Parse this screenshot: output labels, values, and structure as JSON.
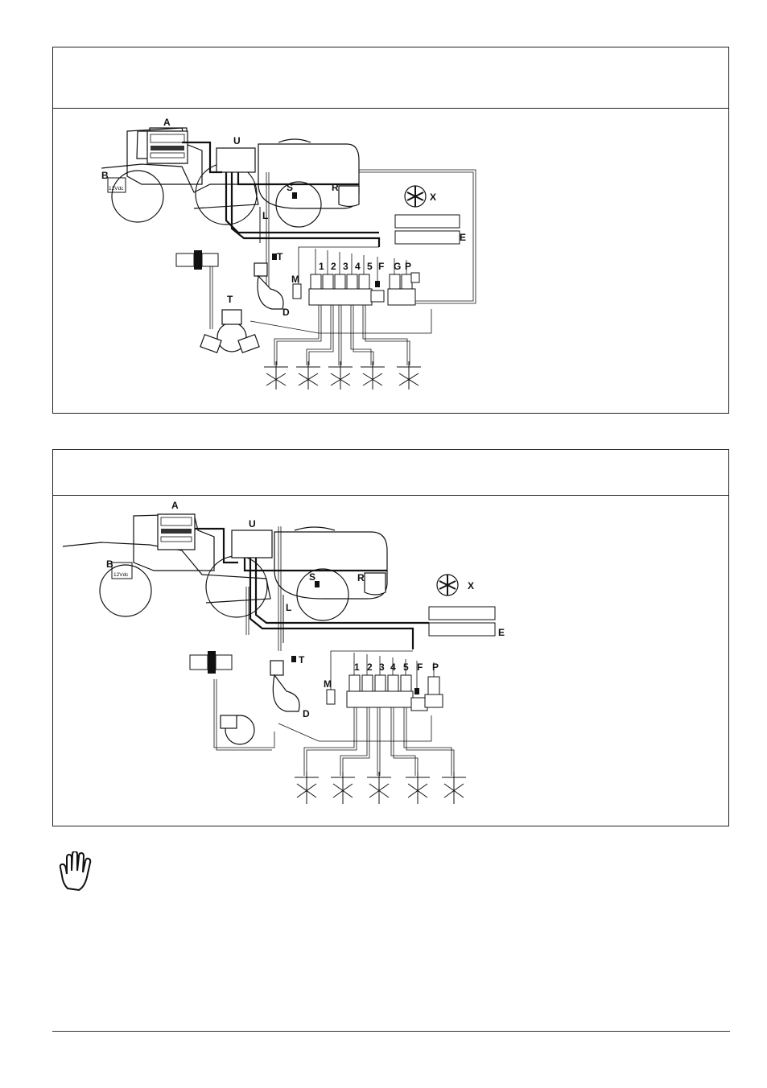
{
  "diagram1": {
    "labels": {
      "A": "A",
      "B": "B",
      "U": "U",
      "S": "S",
      "R": "R",
      "X": "X",
      "L": "L",
      "E": "E",
      "T1": "T",
      "T2": "T",
      "M": "M",
      "D": "D",
      "n1": "1",
      "n2": "2",
      "n3": "3",
      "n4": "4",
      "n5": "5",
      "F": "F",
      "G": "G",
      "P": "P"
    },
    "battery": "12Vdc"
  },
  "diagram2": {
    "labels": {
      "A": "A",
      "B": "B",
      "U": "U",
      "S": "S",
      "R": "R",
      "X": "X",
      "L": "L",
      "E": "E",
      "T": "T",
      "M": "M",
      "D": "D",
      "n1": "1",
      "n2": "2",
      "n3": "3",
      "n4": "4",
      "n5": "5",
      "F": "F",
      "P": "P"
    },
    "battery": "12Vdc"
  },
  "icons": {
    "warning": "hand-stop-icon"
  }
}
